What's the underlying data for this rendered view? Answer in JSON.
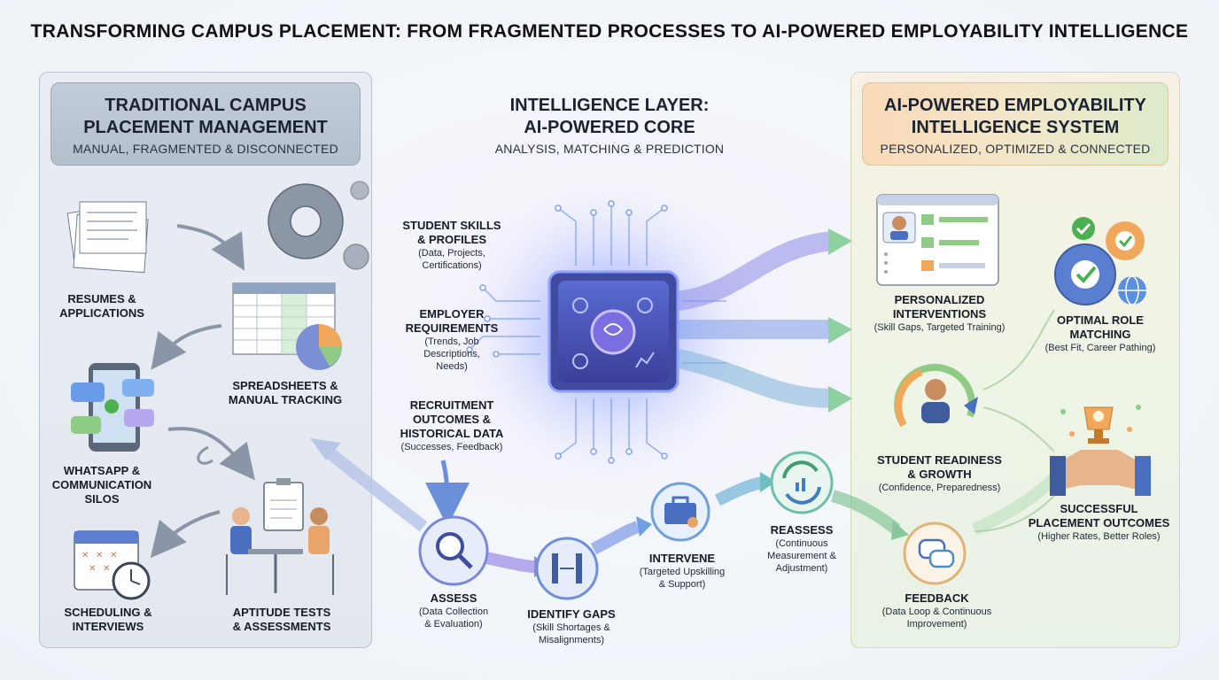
{
  "title": "TRANSFORMING CAMPUS PLACEMENT: FROM FRAGMENTED PROCESSES TO AI-POWERED EMPLOYABILITY INTELLIGENCE",
  "left": {
    "title_line1": "TRADITIONAL CAMPUS",
    "title_line2": "PLACEMENT MANAGEMENT",
    "subtitle": "MANUAL, FRAGMENTED & DISCONNECTED",
    "items": [
      {
        "line1": "RESUMES &",
        "line2": "APPLICATIONS",
        "icon": "documents-icon"
      },
      {
        "line1": "SPREADSHEETS &",
        "line2": "MANUAL TRACKING",
        "icon": "spreadsheet-icon"
      },
      {
        "line1": "WHATSAPP &",
        "line2": "COMMUNICATION",
        "line3": "SILOS",
        "icon": "phone-chat-icon"
      },
      {
        "line1": "SCHEDULING &",
        "line2": "INTERVIEWS",
        "icon": "calendar-clock-icon"
      },
      {
        "line1": "APTITUDE TESTS",
        "line2": "& ASSESSMENTS",
        "icon": "interview-icon"
      }
    ]
  },
  "center": {
    "title_line1": "INTELLIGENCE LAYER:",
    "title_line2": "AI-POWERED CORE",
    "subtitle": "ANALYSIS, MATCHING & PREDICTION",
    "inputs": [
      {
        "line1": "STUDENT SKILLS",
        "line2": "& PROFILES",
        "sub1": "(Data, Projects,",
        "sub2": "Certifications)"
      },
      {
        "line1": "EMPLOYER",
        "line2": "REQUIREMENTS",
        "sub1": "(Trends, Job",
        "sub2": "Descriptions,",
        "sub3": "Needs)"
      },
      {
        "line1": "RECRUITMENT",
        "line2": "OUTCOMES &",
        "line3": "HISTORICAL DATA",
        "sub1": "(Successes, Feedback)"
      }
    ],
    "cycle": [
      {
        "label": "ASSESS",
        "sub1": "(Data Collection",
        "sub2": "& Evaluation)",
        "icon": "magnifier-icon"
      },
      {
        "label": "IDENTIFY GAPS",
        "sub1": "(Skill Shortages &",
        "sub2": "Misalignments)",
        "icon": "gap-icon"
      },
      {
        "label": "INTERVENE",
        "sub1": "(Targeted Upskilling",
        "sub2": "& Support)",
        "icon": "toolbox-icon"
      },
      {
        "label": "REASSESS",
        "sub1": "(Continuous",
        "sub2": "Measurement &",
        "sub3": "Adjustment)",
        "icon": "refresh-chart-icon"
      },
      {
        "label": "FEEDBACK",
        "sub1": "(Data Loop & Continuous",
        "sub2": "Improvement)",
        "icon": "chat-bubbles-icon"
      }
    ]
  },
  "right": {
    "title_line1": "AI-POWERED EMPLOYABILITY",
    "title_line2": "INTELLIGENCE SYSTEM",
    "subtitle": "PERSONALIZED, OPTIMIZED & CONNECTED",
    "items": [
      {
        "line1": "PERSONALIZED",
        "line2": "INTERVENTIONS",
        "sub": "(Skill Gaps, Targeted Training)",
        "icon": "profile-dashboard-icon"
      },
      {
        "line1": "OPTIMAL ROLE",
        "line2": "MATCHING",
        "sub": "(Best Fit, Career Pathing)",
        "icon": "gears-check-icon"
      },
      {
        "line1": "STUDENT READINESS",
        "line2": "& GROWTH",
        "sub": "(Confidence, Preparedness)",
        "icon": "student-growth-icon"
      },
      {
        "line1": "SUCCESSFUL",
        "line2": "PLACEMENT OUTCOMES",
        "sub": "(Higher Rates, Better Roles)",
        "icon": "trophy-handshake-icon"
      }
    ]
  },
  "colors": {
    "accent_purple": "#8b7be0",
    "accent_blue": "#5b8de0",
    "accent_green": "#7fbf7a",
    "accent_orange": "#f0a050"
  }
}
